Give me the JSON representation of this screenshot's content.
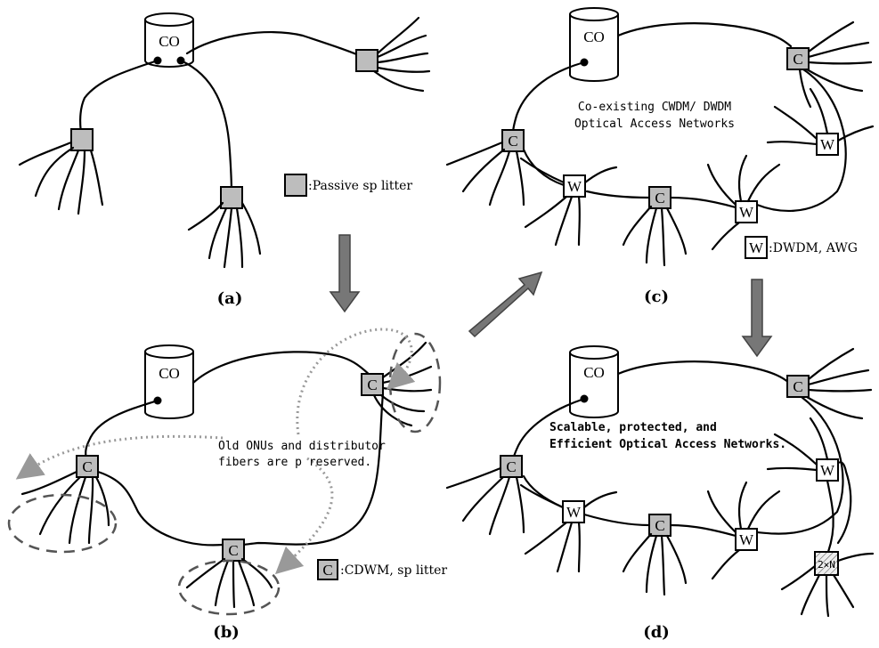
{
  "panels": {
    "a": {
      "caption": "(a)",
      "co_label": "CO",
      "legend_text": ":Passive sp litter"
    },
    "b": {
      "caption": "(b)",
      "co_label": "CO",
      "node_label": "C",
      "annotation_line1": "Old ONUs and distributor",
      "annotation_line2": "fibers are p reserved.",
      "legend_symbol": "C",
      "legend_text": ":CDWM, sp litter"
    },
    "c": {
      "caption": "(c)",
      "co_label": "CO",
      "node_c": "C",
      "node_w": "W",
      "title_line1": "Co-existing CWDM/ DWDM",
      "title_line2": "Optical Access Networks",
      "legend_symbol": "W",
      "legend_text": ":DWDM, AWG"
    },
    "d": {
      "caption": "(d)",
      "co_label": "CO",
      "node_c": "C",
      "node_w": "W",
      "node_2n": "2×N",
      "title_line1": "Scalable, protected, and",
      "title_line2": "Efficient Optical Access Networks."
    }
  },
  "colors": {
    "splitter_fill": "#bdbdbd",
    "arrow_fill": "#777777",
    "dotted_arrow": "#999999",
    "dashed_ellipse": "#555555"
  }
}
